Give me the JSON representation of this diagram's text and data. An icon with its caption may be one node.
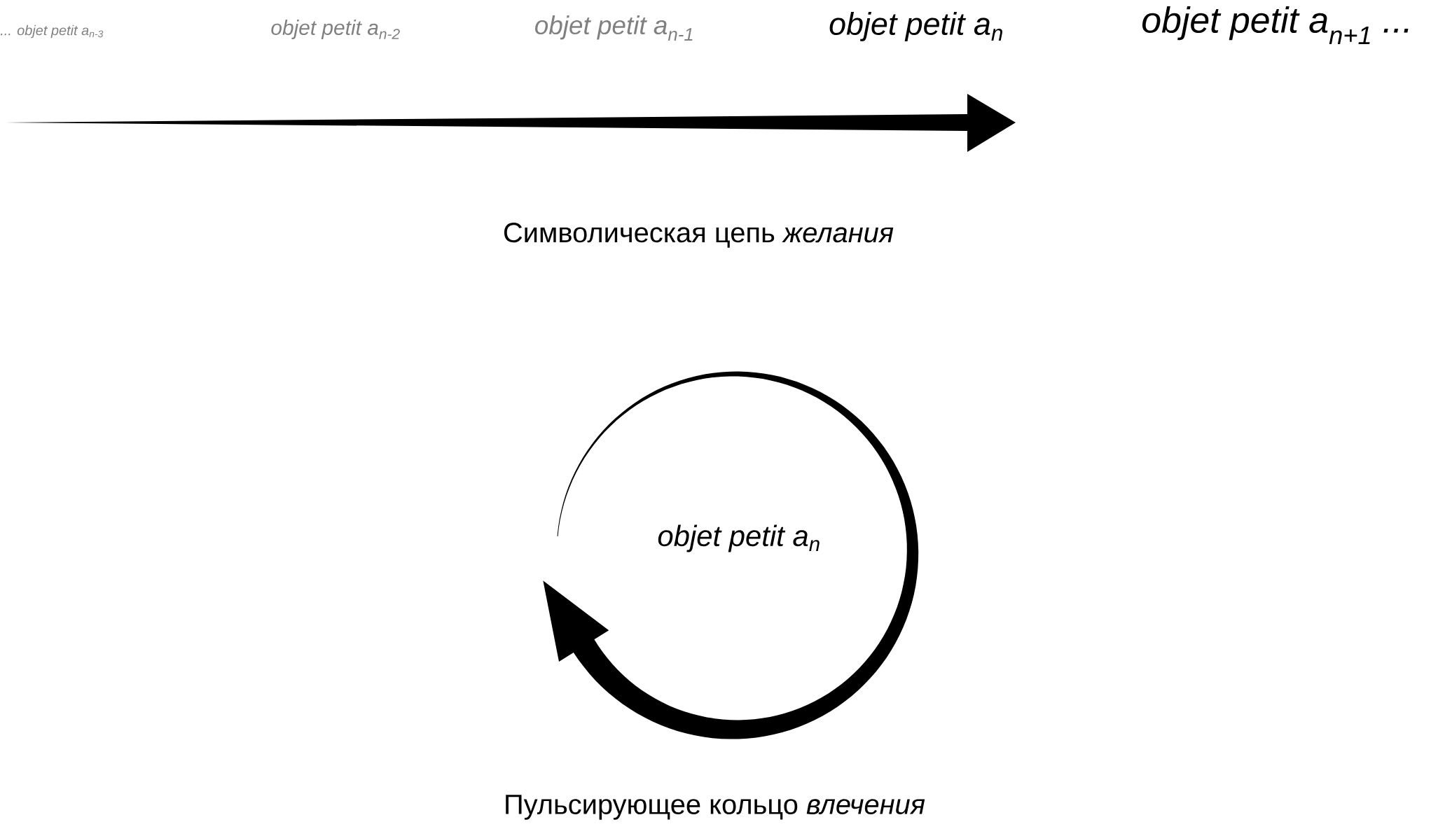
{
  "diagram": {
    "labels": [
      "... objet petit a$_{n-3}$",
      "objet petit a$_{n-2}$",
      "objet petit a$_{n-1}$",
      "objet petit a$_{n}$",
      "objet petit a$_{n+1}$ ...",
      "Символическая цепь *желания*",
      "objet petit a$_{n}$",
      "Пульсирующее кольцо *влечения*"
    ]
  }
}
